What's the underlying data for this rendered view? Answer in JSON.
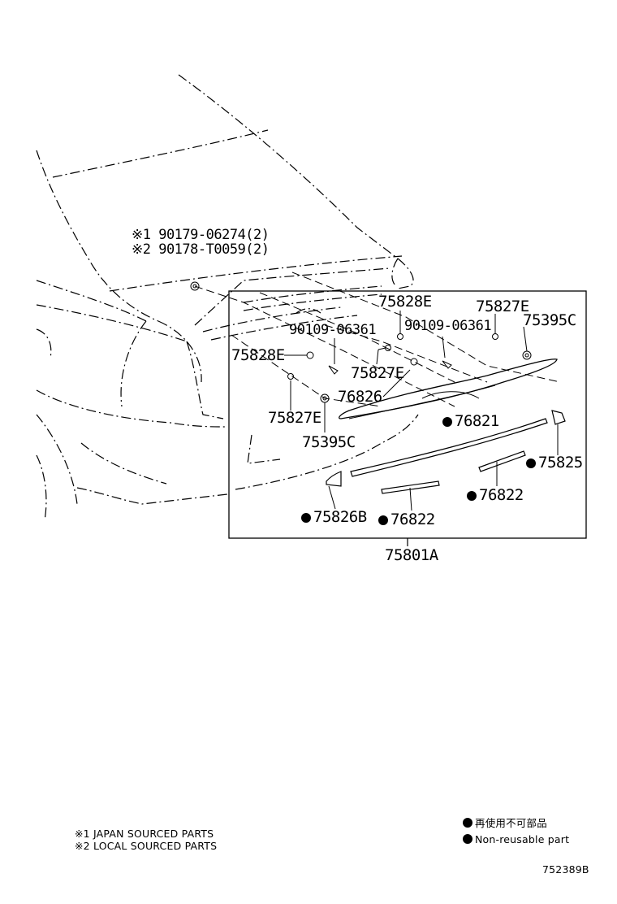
{
  "labels": {
    "ref1": "※1 90179-06274(2)",
    "ref2": "※2 90178-T0059(2)",
    "p75828E_top": "75828E",
    "p75827E_top": "75827E",
    "p75395C_top": "75395C",
    "p90109_left": "90109-06361",
    "p90109_right": "90109-06361",
    "p75828E_left": "75828E",
    "p75827E_mid": "75827E",
    "p76826": "76826",
    "p75827E_low": "75827E",
    "p75395C_low": "75395C",
    "p76821": "76821",
    "p75825": "75825",
    "p76822_right": "76822",
    "p75826B": "75826B",
    "p76822_low": "76822",
    "p75801A": "75801A"
  },
  "notes": {
    "japan": "※1 JAPAN SOURCED PARTS",
    "local": "※2 LOCAL SOURCED PARTS",
    "nonreusable_jp": "再使用不可部品",
    "nonreusable_en": "Non-reusable part",
    "diagram_id": "752389B"
  }
}
